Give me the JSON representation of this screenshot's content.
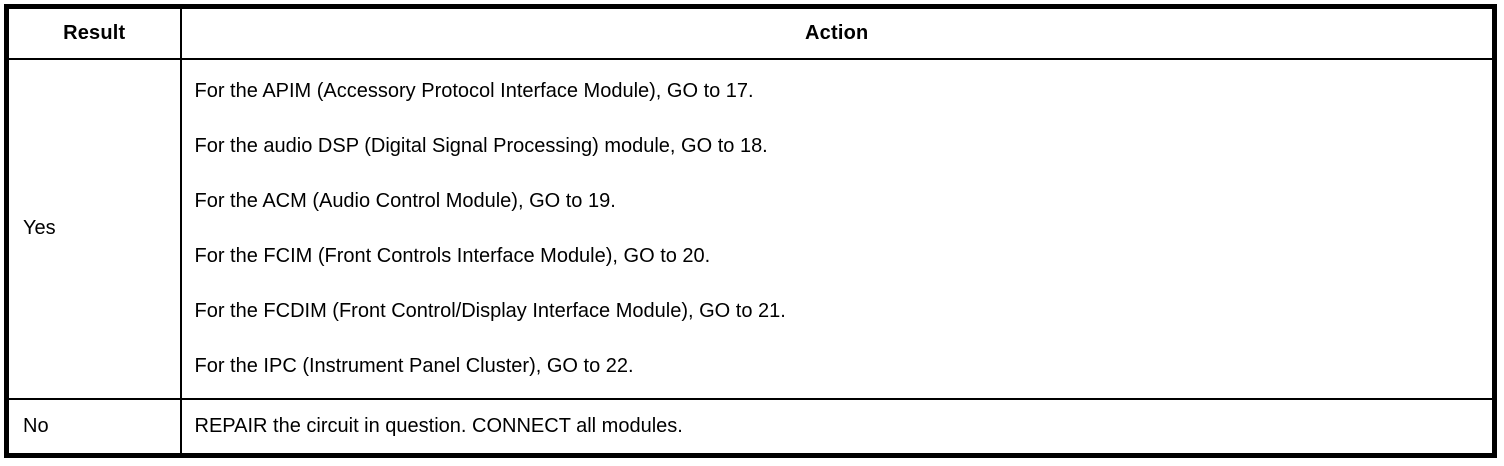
{
  "table": {
    "headers": {
      "result": "Result",
      "action": "Action"
    },
    "rows": [
      {
        "result": "Yes",
        "actions": [
          "For the APIM (Accessory Protocol Interface Module), GO to 17.",
          "For the audio DSP (Digital Signal Processing) module, GO to 18.",
          "For the ACM (Audio Control Module), GO to 19.",
          "For the FCIM (Front Controls Interface Module), GO to 20.",
          "For the FCDIM (Front Control/Display Interface Module), GO to 21.",
          "For the IPC (Instrument Panel Cluster), GO to 22."
        ]
      },
      {
        "result": "No",
        "actions": [
          "REPAIR the circuit in question. CONNECT all modules."
        ]
      }
    ],
    "colors": {
      "border": "#000000",
      "background": "#ffffff",
      "text": "#000000"
    }
  }
}
